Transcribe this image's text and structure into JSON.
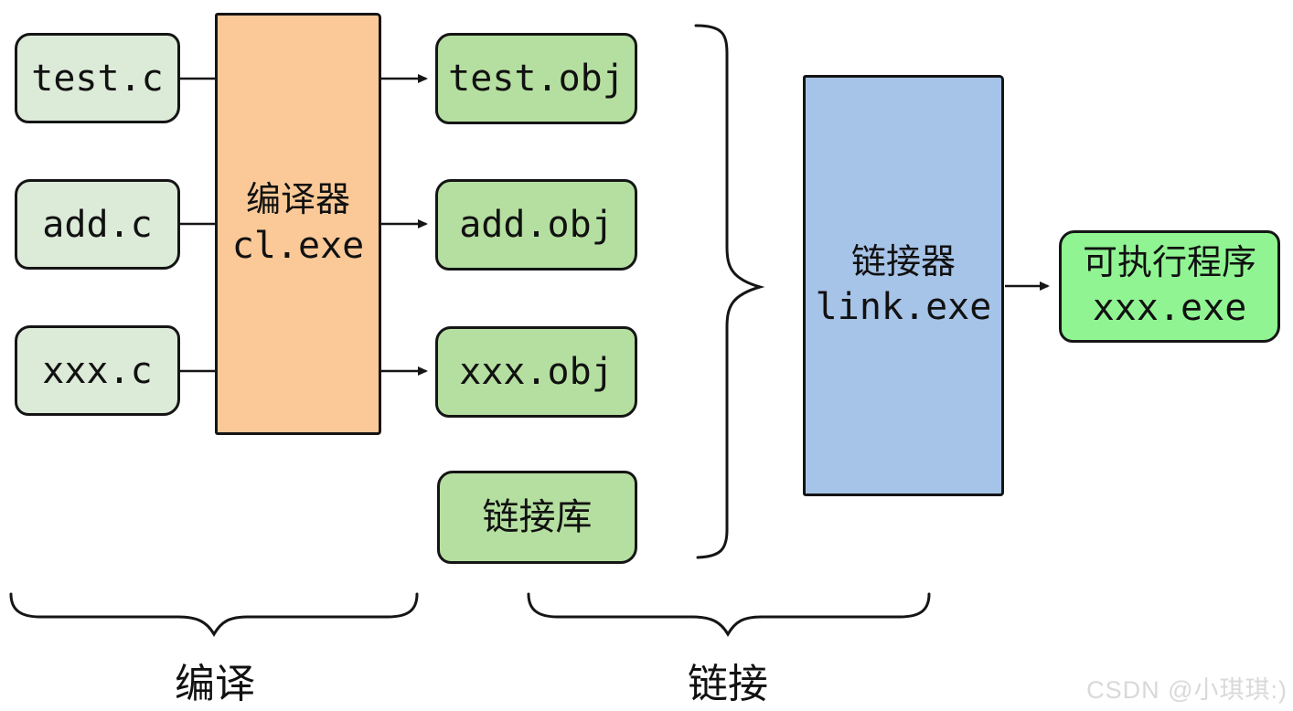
{
  "diagram": {
    "nodes": {
      "source_files": [
        {
          "label": "test.c"
        },
        {
          "label": "add.c"
        },
        {
          "label": "xxx.c"
        }
      ],
      "compiler": {
        "line1": "编译器",
        "line2": "cl.exe"
      },
      "object_files": [
        {
          "label": "test.obj"
        },
        {
          "label": "add.obj"
        },
        {
          "label": "xxx.obj"
        }
      ],
      "link_library": {
        "label": "链接库"
      },
      "linker": {
        "line1": "链接器",
        "line2": "link.exe"
      },
      "executable": {
        "line1": "可执行程序",
        "line2": "xxx.exe"
      }
    },
    "stage_labels": {
      "compile": "编译",
      "link": "链接"
    },
    "watermark": "CSDN @小琪琪:)",
    "colors": {
      "source_fill": "#dcead8",
      "compiler_fill": "#fbc997",
      "object_fill": "#b5dfa0",
      "link_library_fill": "#b5dfa0",
      "linker_fill": "#a6c3e8",
      "executable_fill": "#90f492",
      "stroke": "#151515",
      "watermark_color": "#d9d9d9"
    }
  }
}
